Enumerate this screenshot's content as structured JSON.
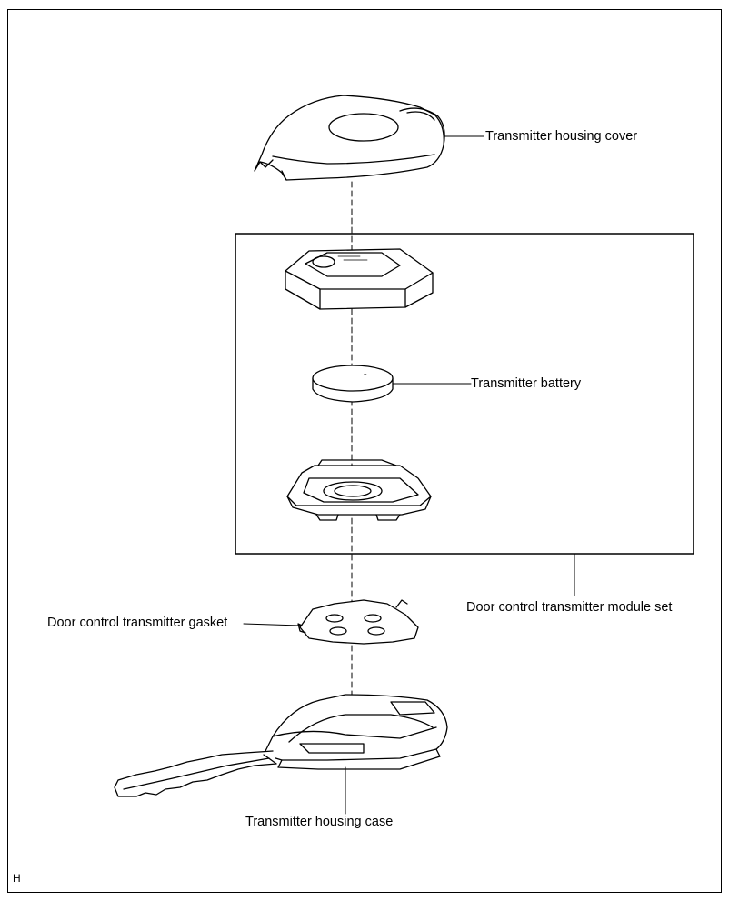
{
  "labels": {
    "cover": "Transmitter housing cover",
    "battery": "Transmitter battery",
    "module_set": "Door control transmitter module set",
    "gasket": "Door control transmitter gasket",
    "case": "Transmitter housing case"
  },
  "corner_mark": "H"
}
